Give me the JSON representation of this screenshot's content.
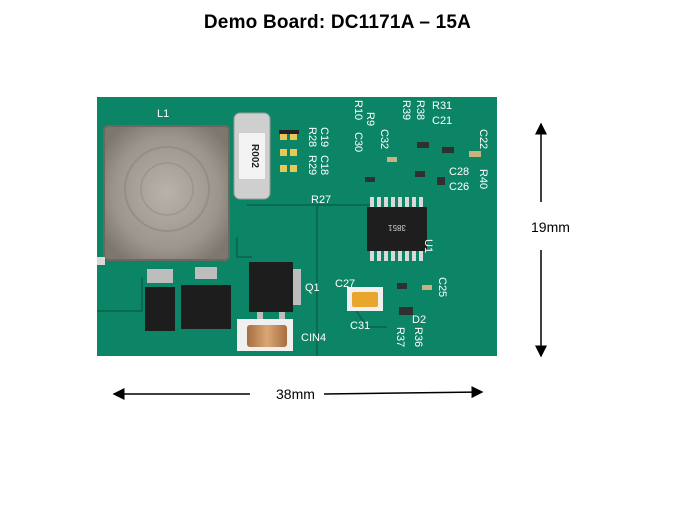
{
  "title": "Demo Board: DC1171A – 15A",
  "board_labels": {
    "l1": "L1",
    "r28": "R28",
    "r29": "R29",
    "c19": "C19",
    "c18": "C18",
    "r10": "R10",
    "r9": "R9",
    "c30": "C30",
    "c32": "C32",
    "r39": "R39",
    "r38": "R38",
    "r31": "R31",
    "c21": "C21",
    "c22": "C22",
    "c28": "C28",
    "c26": "C26",
    "r40": "R40",
    "r27": "R27",
    "u1": "U1",
    "q1": "Q1",
    "c27": "C27",
    "c25": "C25",
    "c31": "C31",
    "d2": "D2",
    "r37": "R37",
    "r36": "R36",
    "cin4": "CIN4",
    "resistor_marking": "R002",
    "ic_marking": "3851"
  },
  "dimensions": {
    "width": "38mm",
    "height": "19mm"
  },
  "colors": {
    "pcb": "#0f8a6a",
    "silkscreen": "#ffffff"
  }
}
